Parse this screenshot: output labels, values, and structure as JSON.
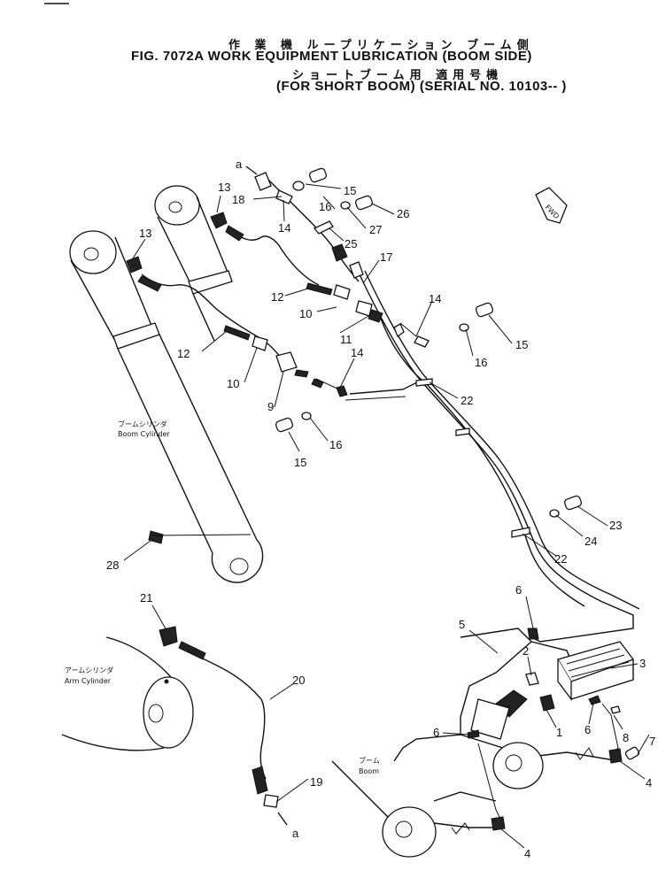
{
  "title": {
    "jp_line1": "作 業 機  ループリケーション  ブーム側",
    "line1": "FIG. 7072A  WORK EQUIPMENT LUBRICATION (BOOM SIDE)",
    "jp_line2": "ショートブーム用     適用号機",
    "line2": "(FOR SHORT BOOM) (SERIAL NO. 10103-- )"
  },
  "labels": {
    "boom_cylinder_jp": "ブームシリンダ",
    "boom_cylinder": "Boom Cylinder",
    "arm_cylinder_jp": "アームシリンダ",
    "arm_cylinder": "Arm Cylinder",
    "boom_jp": "ブーム",
    "boom": "Boom",
    "fwd": "FWD",
    "ref_a_top": "a",
    "ref_a_bottom": "a"
  },
  "callouts": {
    "c15a": "15",
    "c16a": "16",
    "c26": "26",
    "c18": "18",
    "c27": "27",
    "c13a": "13",
    "c13b": "13",
    "c14a": "14",
    "c25": "25",
    "c17": "17",
    "c12a": "12",
    "c12b": "12",
    "c10a": "10",
    "c10b": "10",
    "c11": "11",
    "c14b": "14",
    "c14c": "14",
    "c15b": "15",
    "c16b": "16",
    "c9": "9",
    "c22a": "22",
    "c22b": "22",
    "c15c": "15",
    "c16c": "16",
    "c23": "23",
    "c24": "24",
    "c28": "28",
    "c21": "21",
    "c20": "20",
    "c19": "19",
    "c6a": "6",
    "c5": "5",
    "c2": "2",
    "c3": "3",
    "c1": "1",
    "c6b": "6",
    "c6c": "6",
    "c8": "8",
    "c7": "7",
    "c4a": "4",
    "c4b": "4"
  },
  "manifold_text": "",
  "colors": {
    "ink": "#111111",
    "paper": "#ffffff"
  }
}
